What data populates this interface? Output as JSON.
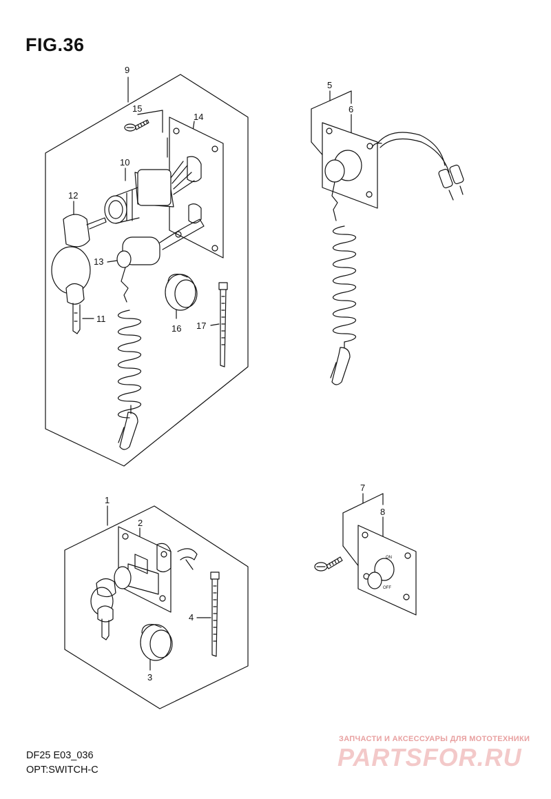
{
  "figure": {
    "title": "FIG.36"
  },
  "callouts": {
    "c1": "1",
    "c2": "2",
    "c3": "3",
    "c4": "4",
    "c5": "5",
    "c6": "6",
    "c7": "7",
    "c8": "8",
    "c9": "9",
    "c10": "10",
    "c11": "11",
    "c12": "12",
    "c13": "13",
    "c14": "14",
    "c15": "15",
    "c16": "16",
    "c17": "17"
  },
  "switch_plate": {
    "on_label": "ON",
    "off_label": "OFF"
  },
  "footer": {
    "model": "DF25 E03_036",
    "section": "OPT:SWITCH-C"
  },
  "watermark": {
    "tagline": "ЗАПЧАСТИ И АКСЕССУАРЫ ДЛЯ МОТОТЕХНИКИ",
    "logo": "PARTSFOR.RU"
  }
}
